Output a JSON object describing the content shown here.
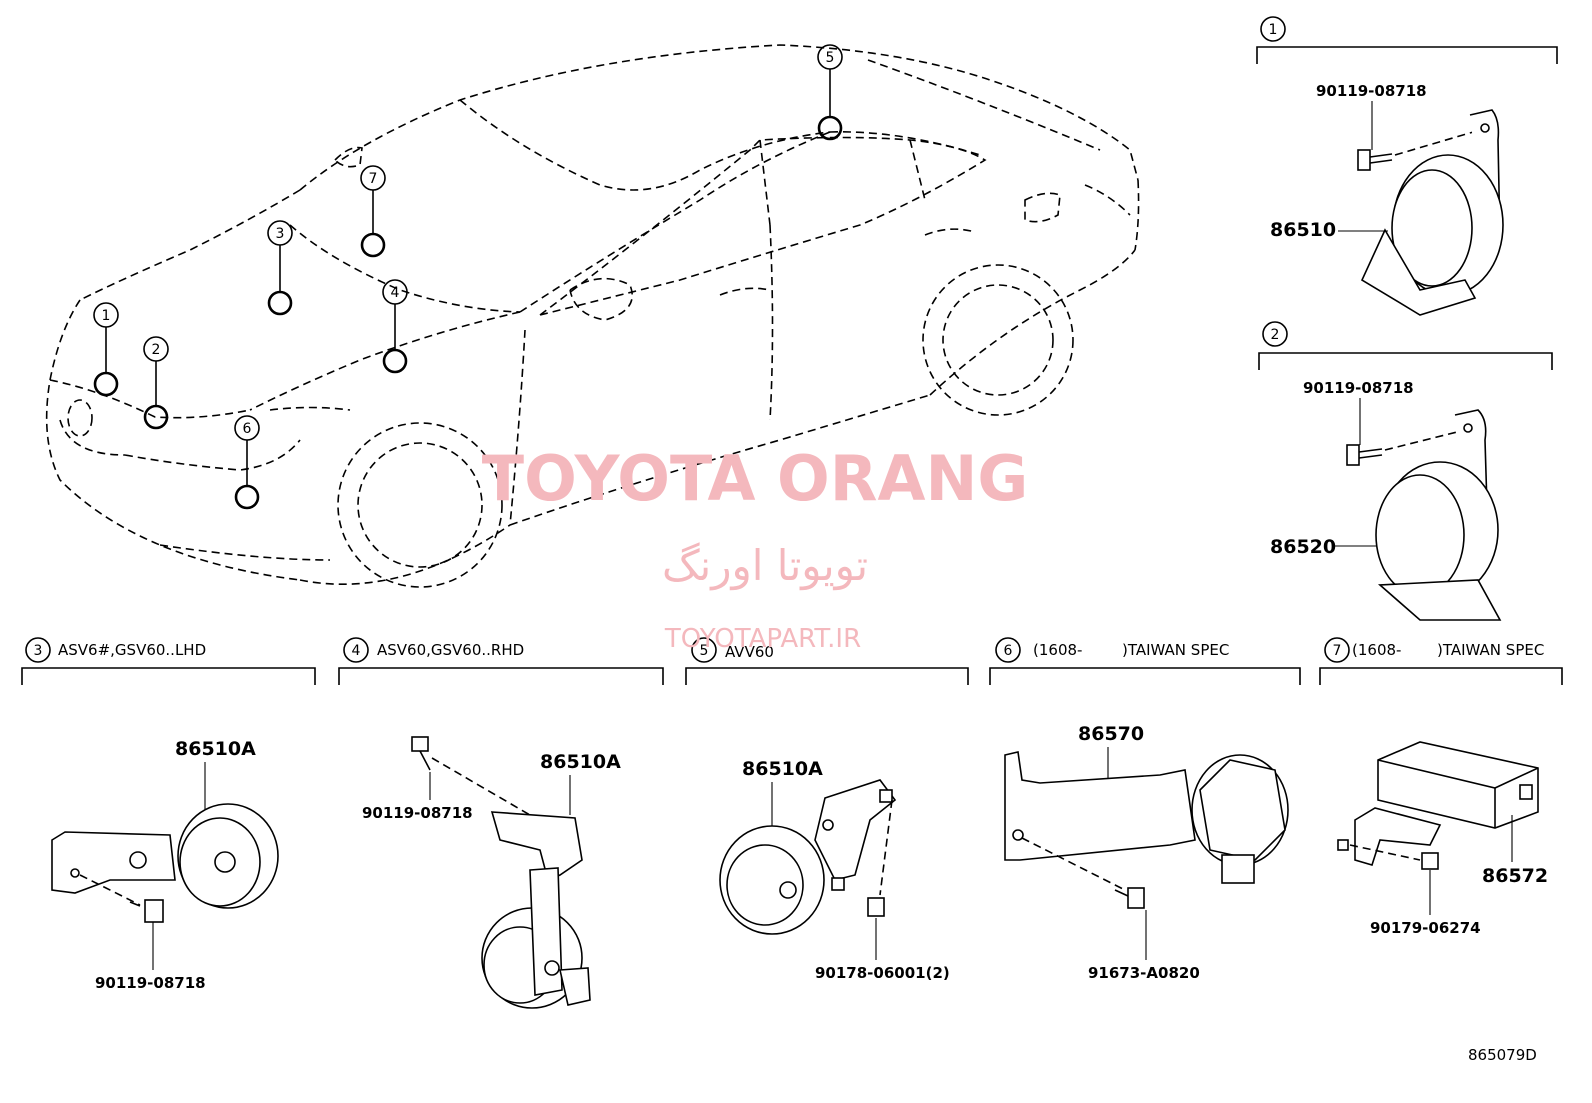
{
  "watermark": {
    "title": "TOYOTA ORANG",
    "persian": "تویوتا اورنگ",
    "site": "TOYOTAPART.IR"
  },
  "callouts": [
    "1",
    "2",
    "3",
    "4",
    "5",
    "6",
    "7"
  ],
  "panel1": {
    "num": "1",
    "bolt": "90119-08718",
    "part": "86510"
  },
  "panel2": {
    "num": "2",
    "bolt": "90119-08718",
    "part": "86520"
  },
  "panel3": {
    "num": "3",
    "header": "ASV6#,GSV60..LHD",
    "part": "86510A",
    "bolt": "90119-08718"
  },
  "panel4": {
    "num": "4",
    "header": "ASV60,GSV60..RHD",
    "part": "86510A",
    "bolt": "90119-08718"
  },
  "panel5": {
    "num": "5",
    "header": "AVV60",
    "part": "86510A",
    "bolt": "90178-06001(2)"
  },
  "panel6": {
    "num": "6",
    "header_a": "(1608-",
    "header_b": ")TAIWAN SPEC",
    "part": "86570",
    "bolt": "91673-A0820"
  },
  "panel7": {
    "num": "7",
    "header_a": "(1608-",
    "header_b": ")TAIWAN SPEC",
    "part": "86572",
    "bolt": "90179-06274"
  },
  "diagram_code": "865079D"
}
